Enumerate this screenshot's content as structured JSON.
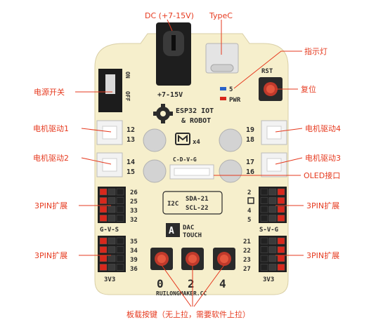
{
  "callouts": {
    "dc": "DC (+7-15V)",
    "typec": "TypeC",
    "indicator": "指示灯",
    "power_switch": "电源开关",
    "reset": "复位",
    "motor1": "电机驱动1",
    "motor2": "电机驱动2",
    "motor3": "电机驱动3",
    "motor4": "电机驱动4",
    "oled": "OLED接口",
    "pin3_left_top": "3PIN扩展",
    "pin3_left_bottom": "3PIN扩展",
    "pin3_right_top": "3PIN扩展",
    "pin3_right_bottom": "3PIN扩展",
    "buttons": "板载按键（无上拉，需要软件上拉）"
  },
  "silkscreen": {
    "on": "ON",
    "off": "OFF",
    "voltage": "+7-15V",
    "led5": "5",
    "pwr": "PWR",
    "rst": "RST",
    "board_title_1": "ESP32 IOT",
    "board_title_2": "& ROBOT",
    "m_x4": "x4",
    "motor_pins": [
      "12",
      "13",
      "14",
      "15",
      "19",
      "18",
      "17",
      "16"
    ],
    "oled_header": "C-D-V-G",
    "i2c": "I2C",
    "sda": "SDA-21",
    "scl": "SCL-22",
    "left_top_pins": [
      "26",
      "25",
      "33",
      "32"
    ],
    "right_top_pins": [
      "2",
      "",
      "4",
      "5"
    ],
    "gvs": "G-V-S",
    "svg_label": "S-V-G",
    "left_bottom_pins": [
      "35",
      "34",
      "39",
      "36"
    ],
    "right_bottom_pins": [
      "21",
      "22",
      "23",
      "27"
    ],
    "v33_left": "3V3",
    "v33_right": "3V3",
    "logo_1": "DAC",
    "logo_2": "TOUCH",
    "button_labels": [
      "0",
      "2",
      "4"
    ],
    "website": "RUILONGMAKER.CC"
  },
  "colors": {
    "board": "#f6efcc",
    "callout": "#e63a1f",
    "header_red": "#d8281c",
    "header_black": "#222222"
  }
}
